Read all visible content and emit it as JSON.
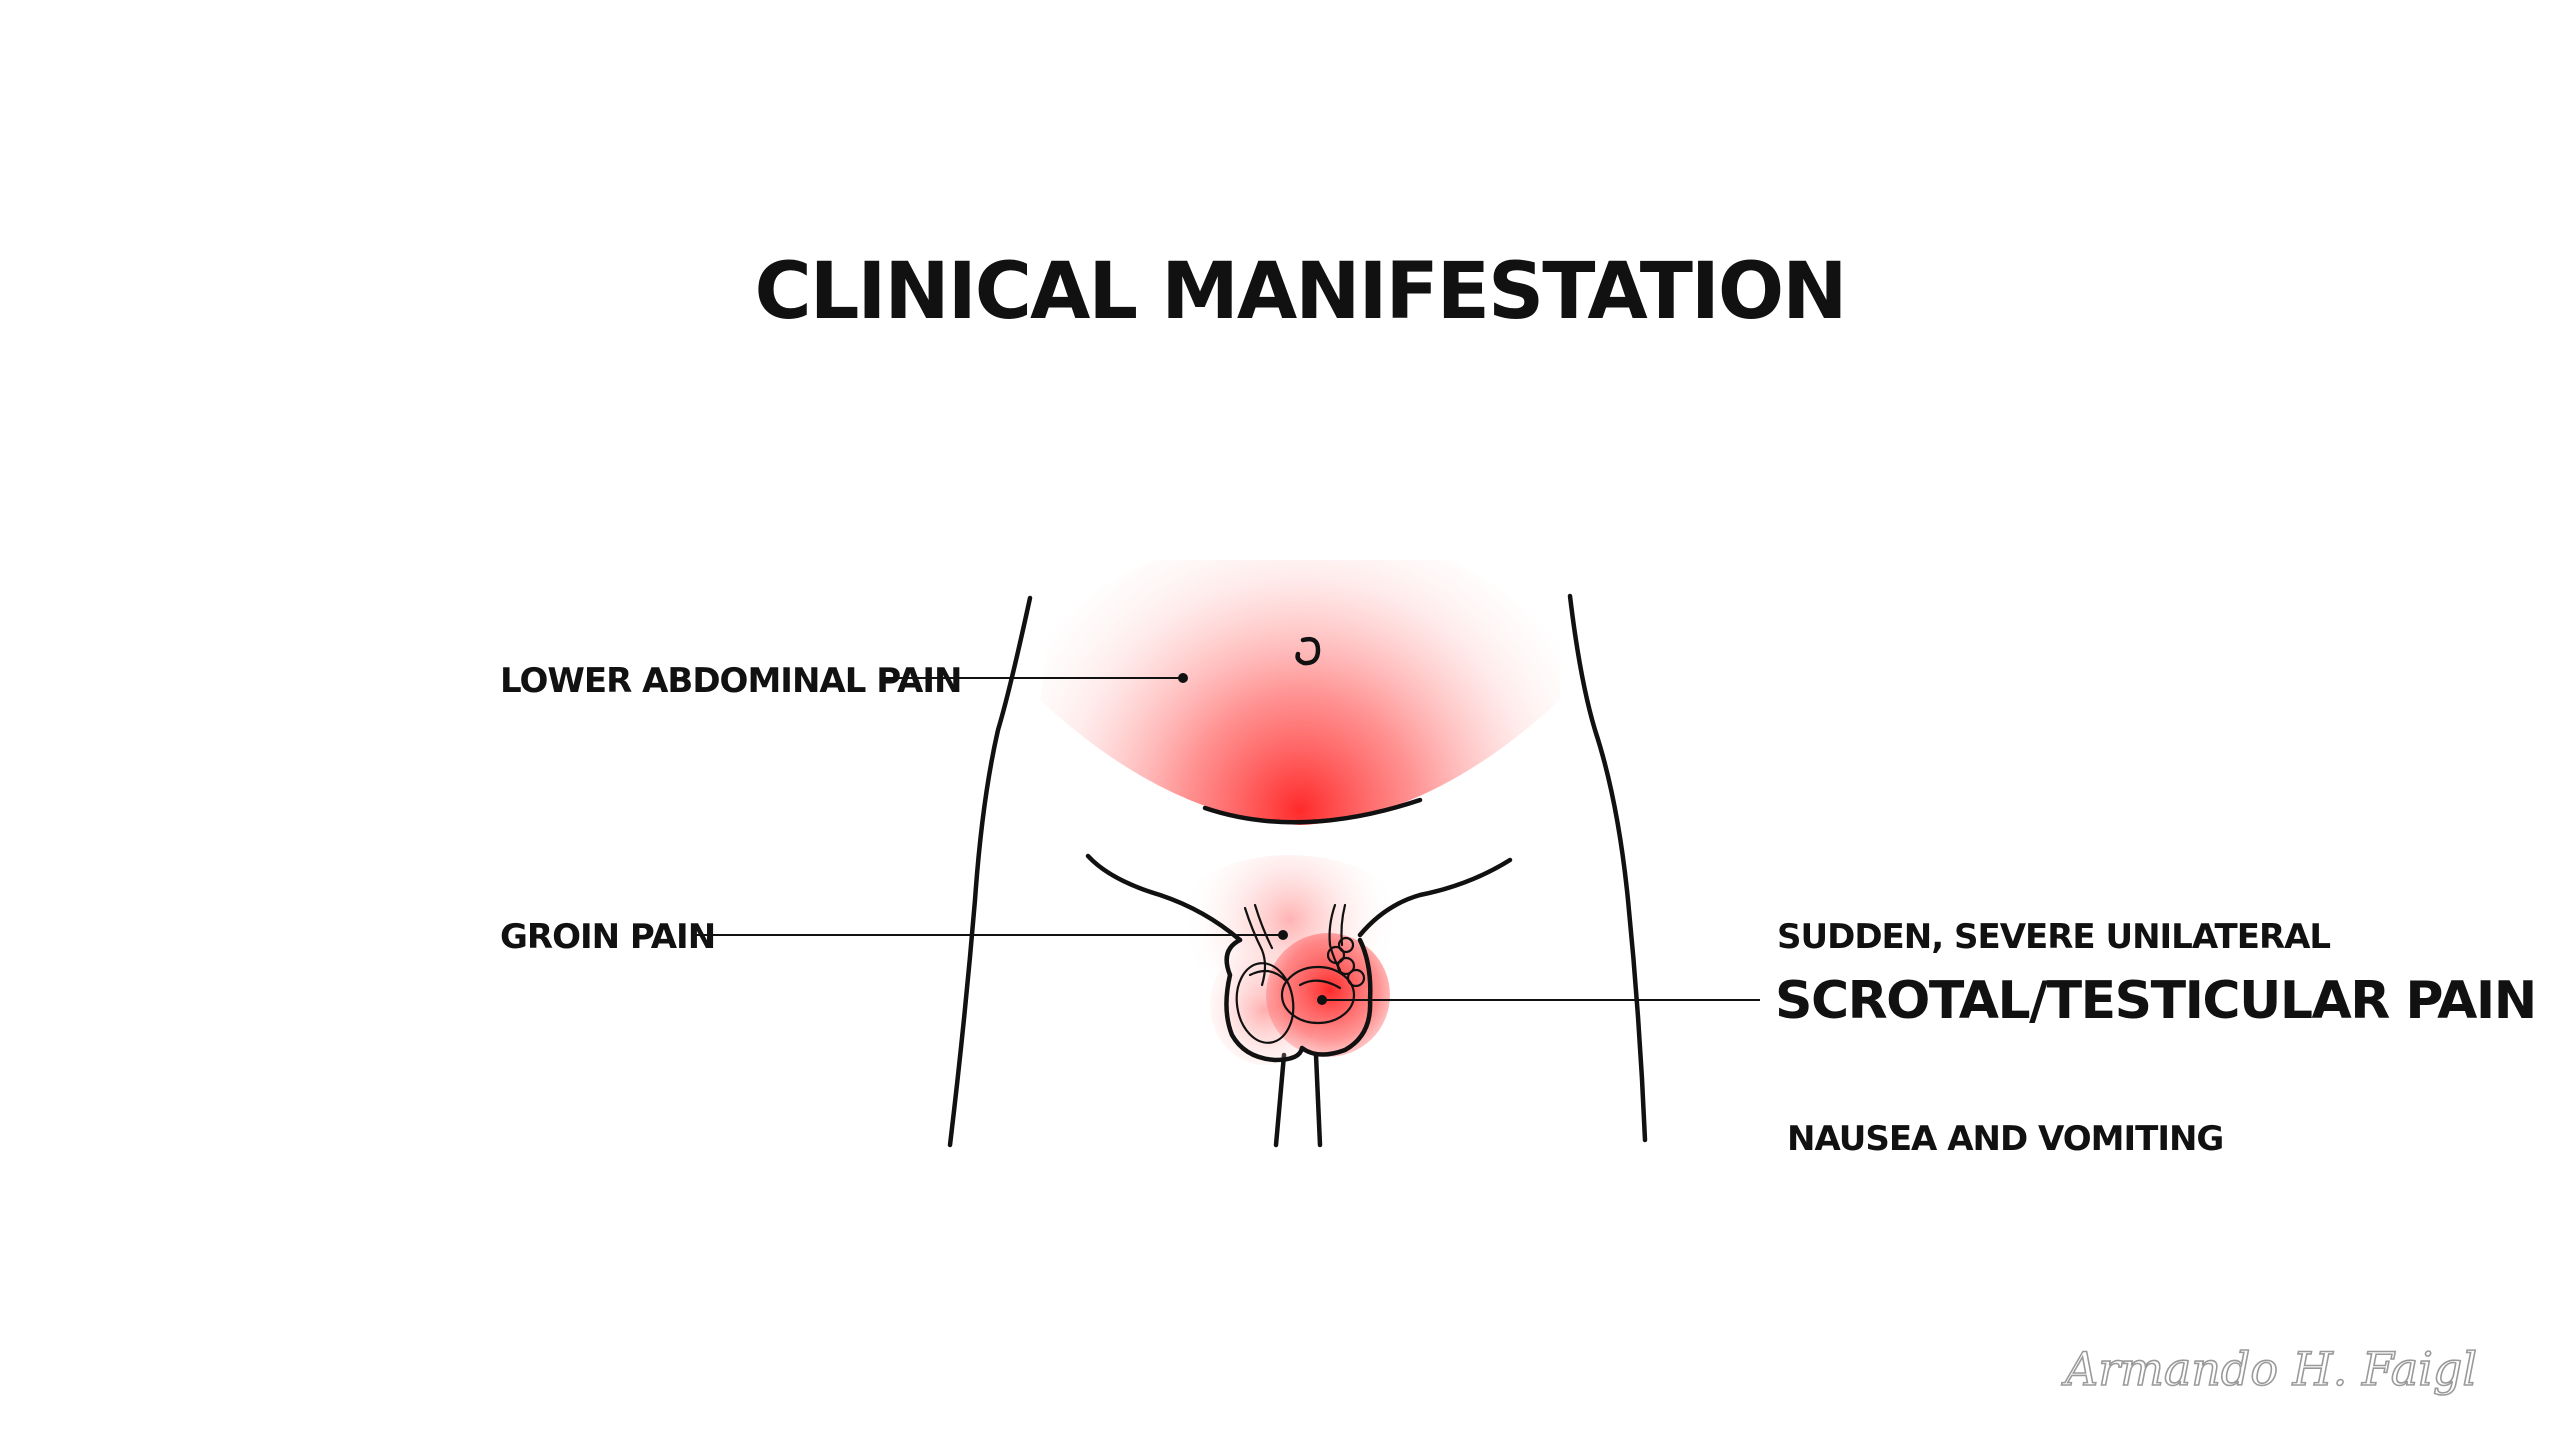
{
  "title": "CLINICAL MANIFESTATION",
  "labels": {
    "lower_abdominal_pain": "LOWER ABDOMINAL PAIN",
    "groin_pain": "GROIN PAIN",
    "scrotal_line1": "SUDDEN, SEVERE UNILATERAL",
    "scrotal_line2": "SCROTAL/TESTICULAR PAIN",
    "nausea": "NAUSEA AND VOMITING"
  },
  "signature": "Armando H. Faigl",
  "colors": {
    "pain_highlight": "#ff2a2a",
    "ink": "#111111",
    "signature": "#9a9a9a"
  }
}
